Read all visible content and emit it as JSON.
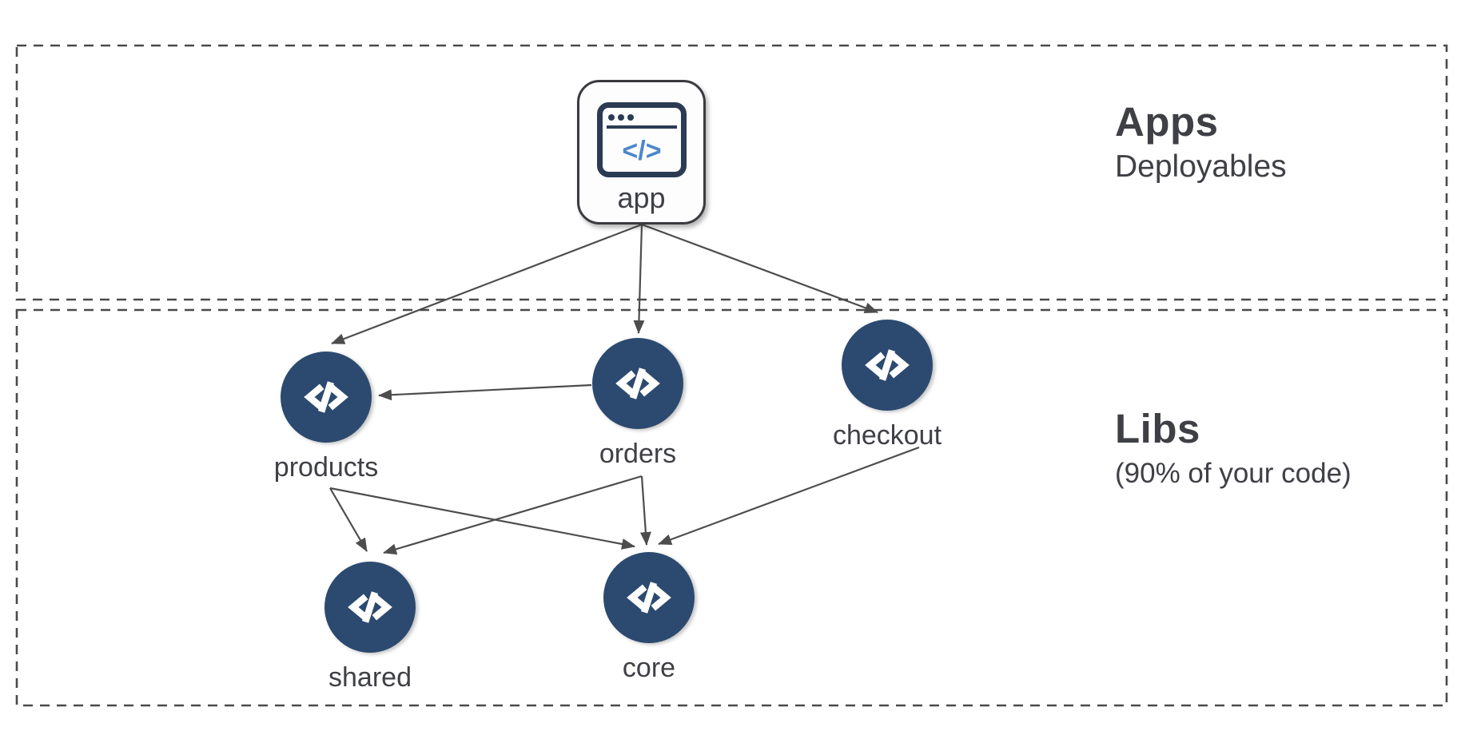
{
  "diagram": {
    "sections": [
      {
        "id": "apps",
        "title": "Apps",
        "subtitle": "Deployables"
      },
      {
        "id": "libs",
        "title": "Libs",
        "subtitle": "(90% of your code)"
      }
    ],
    "nodes": [
      {
        "id": "app",
        "label": "app",
        "kind": "application",
        "section": "apps",
        "icon": "browser-window-code-icon"
      },
      {
        "id": "products",
        "label": "products",
        "kind": "library",
        "section": "libs",
        "icon": "code-brackets-icon"
      },
      {
        "id": "orders",
        "label": "orders",
        "kind": "library",
        "section": "libs",
        "icon": "code-brackets-icon"
      },
      {
        "id": "checkout",
        "label": "checkout",
        "kind": "library",
        "section": "libs",
        "icon": "code-brackets-icon"
      },
      {
        "id": "shared",
        "label": "shared",
        "kind": "library",
        "section": "libs",
        "icon": "code-brackets-icon"
      },
      {
        "id": "core",
        "label": "core",
        "kind": "library",
        "section": "libs",
        "icon": "code-brackets-icon"
      }
    ],
    "edges": [
      {
        "from": "app",
        "to": "products"
      },
      {
        "from": "app",
        "to": "orders"
      },
      {
        "from": "app",
        "to": "checkout"
      },
      {
        "from": "orders",
        "to": "products"
      },
      {
        "from": "products",
        "to": "shared"
      },
      {
        "from": "products",
        "to": "core"
      },
      {
        "from": "orders",
        "to": "shared"
      },
      {
        "from": "orders",
        "to": "core"
      },
      {
        "from": "checkout",
        "to": "core"
      }
    ],
    "colors": {
      "lib_node_fill": "#2c4a70",
      "edge": "#4d4d4d",
      "section_border": "#4a4a4a",
      "text": "#3f4045",
      "app_icon_outline": "#2c3b54",
      "app_icon_code": "#4c87c9",
      "icon_glyph": "#ffffff"
    },
    "app_icon_code_text": "</>"
  }
}
